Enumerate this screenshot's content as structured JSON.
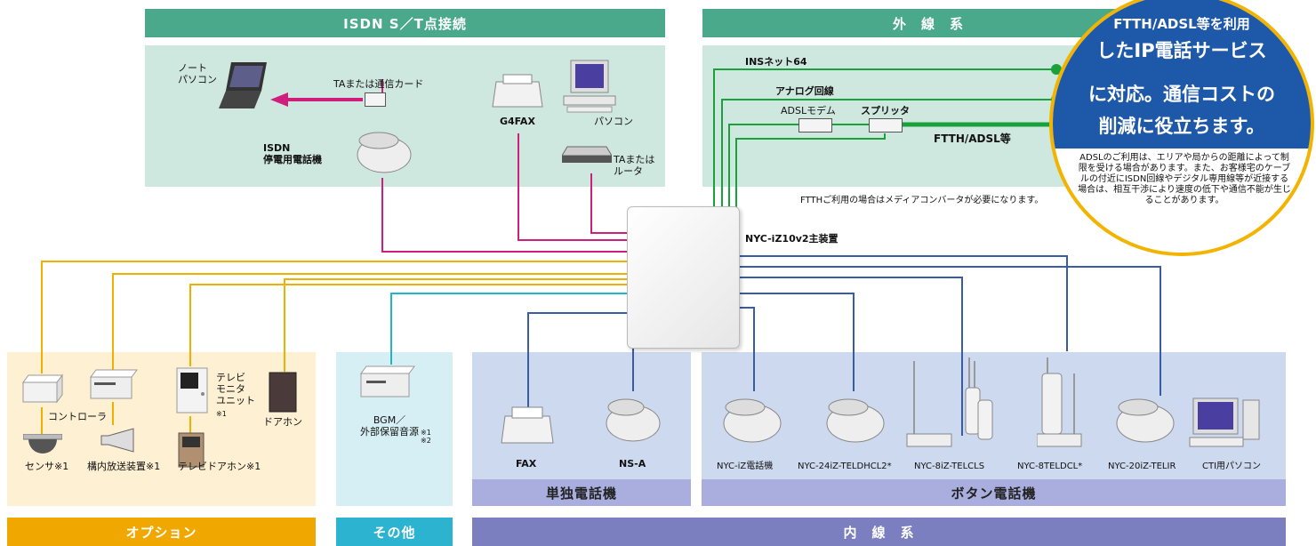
{
  "bands": {
    "isdn": "ISDN S／T点接続",
    "external": "外　線　系",
    "option": "オプション",
    "other": "その他",
    "internal": "内　線　系",
    "single": "単独電話機",
    "button": "ボタン電話機"
  },
  "isdn_area": {
    "notebook": "ノート\nパソコン",
    "ta_card": "TAまたは通信カード",
    "g4fax": "G4FAX",
    "pc": "パソコン",
    "isdn_phone": "ISDN\n停電用電話機",
    "ta_router": "TAまたは\nルータ"
  },
  "external_area": {
    "ins": "INSネット64",
    "analog": "アナログ回線",
    "adsl_modem": "ADSLモデム",
    "splitter": "スプリッタ",
    "ftth": "FTTH/ADSL等",
    "ftth_note": "FTTHご利用の場合はメディアコンバータが必要になります。"
  },
  "main_unit": "NYC-iZ10v2主装置",
  "badge": {
    "title_lines": [
      "FTTH/ADSL等を利用",
      "したIP電話サービス",
      "に対応。通信コストの",
      "削減に役立ちます。"
    ],
    "note": "ADSLのご利用は、エリアや局からの距離によって制限を受ける場合があります。また、お客様宅のケーブルの付近にISDN回線やデジタル専用線等が近接する場合は、相互干渉により速度の低下や通信不能が生じることがあります。"
  },
  "option_area": {
    "controller": "コントローラ",
    "tv_unit": "テレビ\nモニタ\nユニット",
    "tv_unit_mark": "※1",
    "doorphone": "ドアホン",
    "sensor": "センサ※1",
    "pa": "構内放送装置※1",
    "tv_doorphone": "テレビドアホン※1"
  },
  "other_area": {
    "bgm": "BGM／\n外部保留音源",
    "bgm_mark": "※1\n※2"
  },
  "single_area": {
    "fax": "FAX",
    "nsa": "NS-A"
  },
  "button_area": {
    "phones": [
      "NYC-iZ電話機",
      "NYC-24iZ-TELDHCL2*",
      "NYC-8iZ-TELCLS",
      "NYC-8TELDCL*",
      "NYC-20iZ-TELIR",
      "CTI用パソコン"
    ]
  },
  "colors": {
    "green_band": "#4aa98a",
    "green_panel": "#cfe8df",
    "orange_band": "#f0a800",
    "orange_panel": "#fdf0d3",
    "cyan_band": "#2bb3cf",
    "cyan_panel": "#d6eff4",
    "blue_band": "#7b7fc0",
    "blue_sub": "#a9aede",
    "blue_panel": "#cdd9ee",
    "magenta_line": "#d01e7d",
    "green_line": "#19a13c",
    "orange_line": "#f0b000",
    "blue_line": "#3a5ca8",
    "cyan_line": "#21b5cc",
    "badge_fill": "#1e58a8",
    "badge_ring": "#f2b400"
  }
}
